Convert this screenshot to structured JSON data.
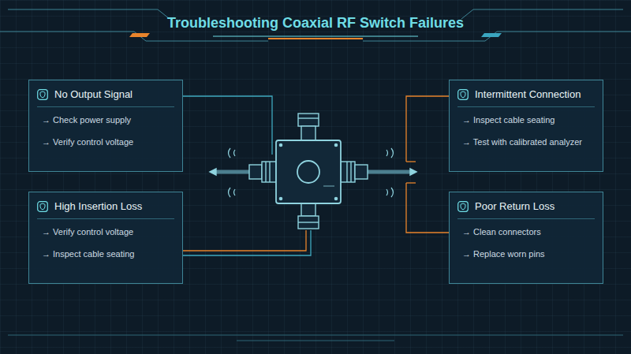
{
  "diagram": {
    "title": "Troubleshooting Coaxial RF Switch Failures",
    "nodes": [
      {
        "text": [
          "No Output Signal",
          "→ Check power supply",
          "→ Verify control voltage"
        ]
      },
      {
        "text": [
          "Intermittent Connection",
          "→ Inspect cable seating",
          "→ Test with calibrated analyzer"
        ]
      },
      {
        "text": [
          "High Insertion Loss",
          "→ Verify control voltage",
          "→ Inspect cable seating"
        ]
      },
      {
        "text": [
          "Poor Return Loss",
          "→ Clean connectors",
          "→ Replace worn pins"
        ]
      }
    ]
  }
}
